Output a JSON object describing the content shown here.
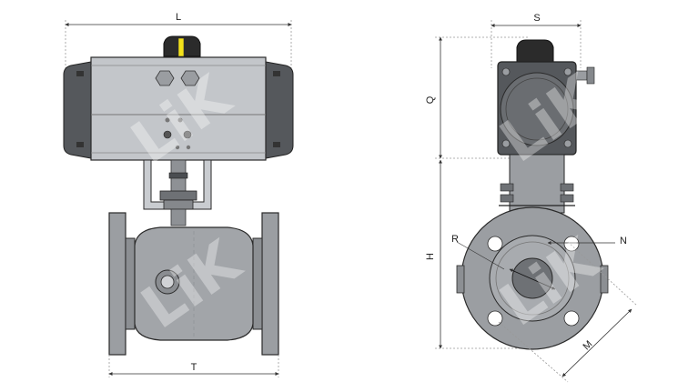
{
  "dimensions": {
    "L": "L",
    "T": "T",
    "S": "S",
    "Q": "Q",
    "H": "H",
    "N": "N",
    "M": "M",
    "R": "R"
  },
  "watermark": "LiK",
  "colors": {
    "actuator_body": "#bfc2c6",
    "actuator_cap": "#55585c",
    "valve_body": "#9b9ea2",
    "valve_dark": "#6e7175",
    "outline": "#2a2a2a",
    "handle_yellow": "#f4e21a",
    "dim_line": "#888888"
  }
}
